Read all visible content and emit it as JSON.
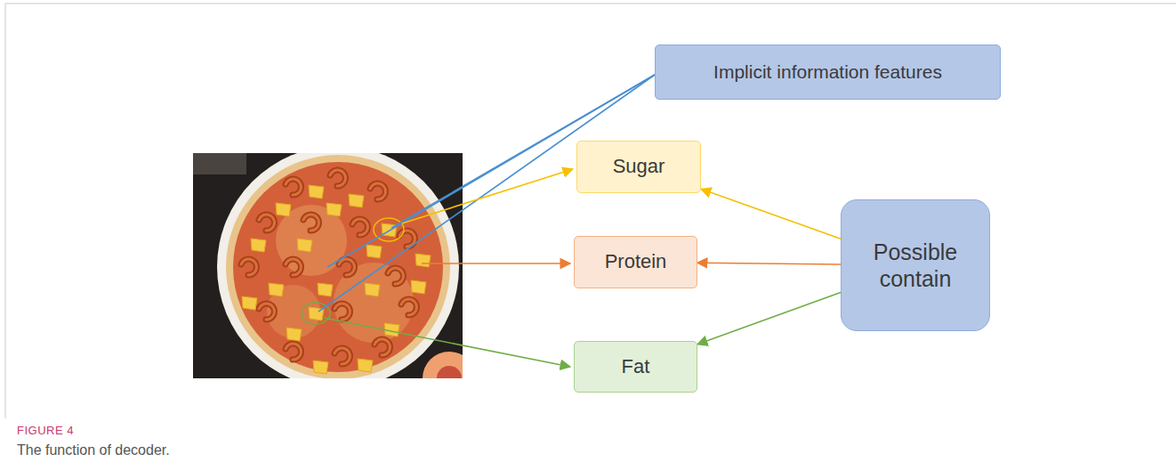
{
  "diagram": {
    "caption": "The function of decoder.",
    "nodes": [
      {
        "text": [
          "Implicit information features"
        ]
      },
      {
        "text": [
          "Sugar"
        ]
      },
      {
        "text": [
          "Protein"
        ]
      },
      {
        "text": [
          "Fat"
        ]
      },
      {
        "text": [
          "Possible contain"
        ]
      }
    ],
    "edges": [
      {
        "from": 4,
        "to": 1,
        "arrow": "to"
      },
      {
        "from": 4,
        "to": 2,
        "arrow": "to"
      },
      {
        "from": 4,
        "to": 3,
        "arrow": "to"
      }
    ],
    "labels": [
      "FIGURE 4"
    ]
  }
}
